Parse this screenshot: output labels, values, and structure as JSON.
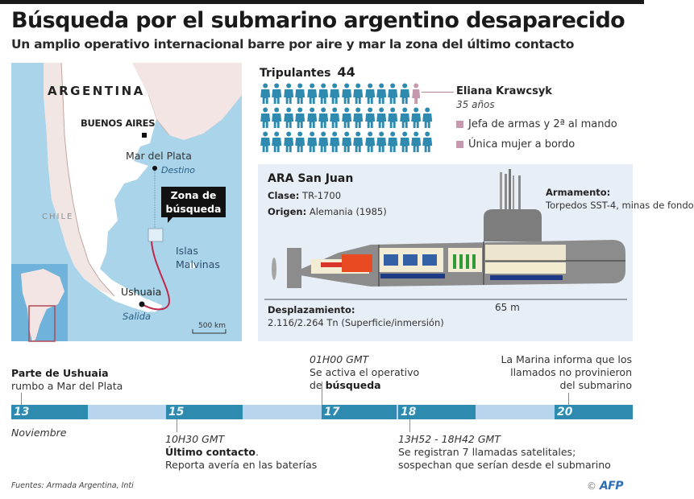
{
  "header": {
    "title": "Búsqueda por el submarino argentino desaparecido",
    "subtitle": "Un amplio operativo internacional barre por aire y mar la zona del último contacto"
  },
  "map": {
    "country_label": "ARGENTINA",
    "capital_label": "BUENOS AIRES",
    "destination_city": "Mar del Plata",
    "destination_note": "Destino",
    "neighbor_label": "CHILE",
    "islands_label_line1": "Islas",
    "islands_label_line2": "Malvinas",
    "origin_city": "Ushuaia",
    "origin_note": "Salida",
    "scale_label": "500 km",
    "callout_line1": "Zona de",
    "callout_line2": "búsqueda",
    "colors": {
      "sea": "#a9d4ea",
      "land": "#f3efec",
      "route": "#c0274a",
      "inset_frame": "#b04a55"
    }
  },
  "crew": {
    "label": "Tripulantes",
    "count": "44",
    "rows": [
      14,
      15,
      15
    ],
    "highlight_position": {
      "row": 0,
      "index": 13
    },
    "colors": {
      "person": "#2f8ab0",
      "highlight": "#c69aae"
    },
    "highlight_name": "Eliana Krawcsyk",
    "highlight_age": "35 años",
    "legend": [
      "Jefa de armas y 2ª al mando",
      "Única mujer a bordo"
    ]
  },
  "submarine": {
    "name": "ARA San Juan",
    "clase_label": "Clase:",
    "clase_value": " TR-1700",
    "origen_label": "Origen:",
    "origen_value": " Alemania (1985)",
    "armamento_label": "Armamento:",
    "armamento_value": "Torpedos SST-4,\nminas de fondo",
    "length_label": "65 m",
    "desplazamiento_label": "Desplazamiento:",
    "desplazamiento_value": "2.116/2.264 Tn (Superficie/inmersión)"
  },
  "timeline": {
    "month": "Noviembre",
    "days": [
      "13",
      "15",
      "17",
      "18",
      "20"
    ],
    "colors": {
      "active": "#2f8ab0",
      "inactive": "#b7d6ee"
    },
    "events": {
      "ushuaia_title": "Parte de Ushuaia",
      "ushuaia_text": "rumbo a Mar del Plata",
      "busqueda_time": "01H00 GMT",
      "busqueda_text1": "Se activa el operativo",
      "busqueda_text2_prefix": "de ",
      "busqueda_text2_bold": "búsqueda",
      "marina_line1": "La Marina informa que los",
      "marina_line2": "llamados no provinieron",
      "marina_line3": "del submarino",
      "ultimo_time": "10H30 GMT",
      "ultimo_title": "Último contacto",
      "ultimo_text": "Reporta avería en las baterías",
      "llamadas_time": "13H52 - 18H42 GMT",
      "llamadas_line1": "Se registran 7 llamadas satelitales;",
      "llamadas_line2": "sospechan que serían desde el submarino"
    }
  },
  "footer": {
    "sources": "Fuentes: Armada Argentina, Inti",
    "copyright_symbol": "©",
    "agency": "AFP"
  }
}
